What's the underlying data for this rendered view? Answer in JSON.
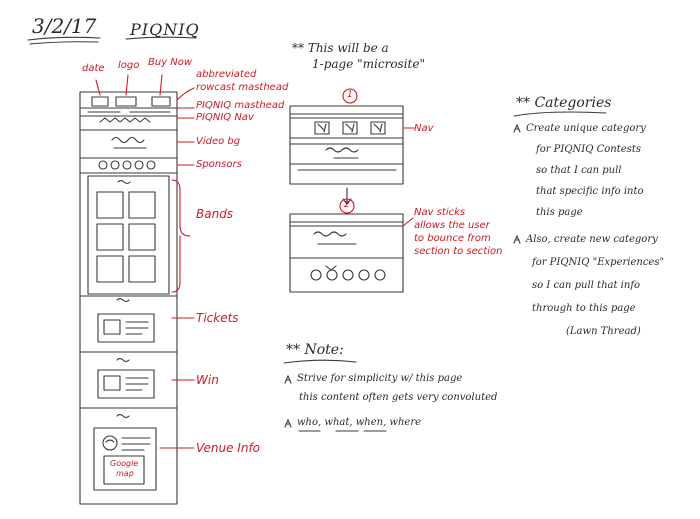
{
  "header": {
    "date": "3/2/17",
    "title": "PIQNIQ"
  },
  "left_labels": {
    "date": "date",
    "logo": "logo",
    "buy_now": "Buy Now",
    "abbreviated_1": "abbreviated",
    "abbreviated_2": "rowcast masthead",
    "piqniq_masthead": "PIQNIQ masthead",
    "piqniq_nav": "PIQNIQ Nav",
    "video_bg": "Video bg",
    "sponsors": "Sponsors",
    "bands": "Bands",
    "tickets": "Tickets",
    "win": "Win",
    "venue_info": "Venue Info"
  },
  "map_text": {
    "line1": "Google",
    "line2": "map"
  },
  "microsite": {
    "line1": "** This will be a",
    "line2": "1-page \"microsite\"",
    "step1": "1",
    "step2": "2",
    "nav_label": "Nav",
    "sticky_1": "Nav sticks",
    "sticky_2": "allows the user",
    "sticky_3": "to bounce from",
    "sticky_4": "section to section"
  },
  "categories": {
    "title": "** Categories",
    "b1": [
      "Create unique category",
      "for PIQNIQ Contests",
      "so that I can pull",
      "that specific info into",
      "this page"
    ],
    "b2": [
      "Also, create new category",
      "for PIQNIQ \"Experiences\"",
      "so I can pull that info",
      "through to this page",
      "(Lawn Thread)"
    ]
  },
  "note": {
    "title": "** Note:",
    "b1a": "Strive for simplicity w/ this page",
    "b1b": "this content often gets very convoluted",
    "b2": "who, what, when, where"
  },
  "colors": {
    "ink": "#2a2a2a",
    "red": "#d11a24"
  }
}
